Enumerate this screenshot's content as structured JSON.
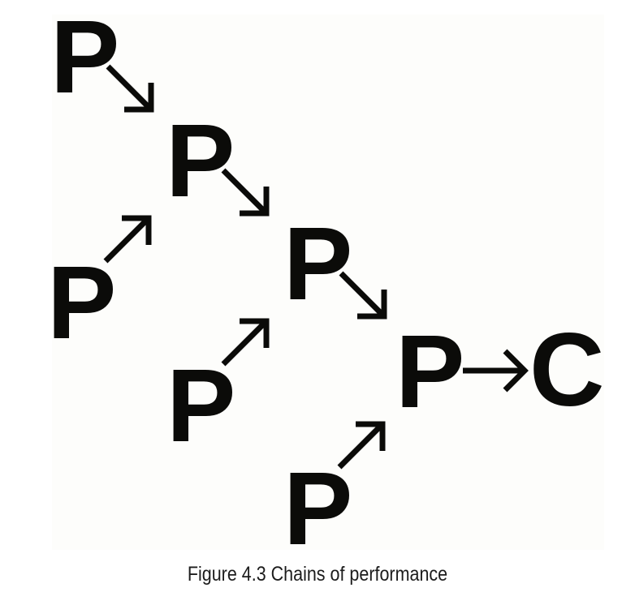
{
  "figure": {
    "caption": "Figure 4.3 Chains of performance",
    "nodes": [
      {
        "id": "p1",
        "label": "P"
      },
      {
        "id": "p2",
        "label": "P"
      },
      {
        "id": "p3",
        "label": "P"
      },
      {
        "id": "p4",
        "label": "P"
      },
      {
        "id": "p5",
        "label": "P"
      },
      {
        "id": "p6",
        "label": "P"
      },
      {
        "id": "p7",
        "label": "P"
      },
      {
        "id": "c",
        "label": "C"
      }
    ],
    "edges": [
      {
        "from": "p1",
        "to": "p2",
        "icon": "arrow-down-right-icon"
      },
      {
        "from": "p3",
        "to": "p2",
        "icon": "arrow-up-right-icon"
      },
      {
        "from": "p2",
        "to": "p4",
        "icon": "arrow-down-right-icon"
      },
      {
        "from": "p5",
        "to": "p4",
        "icon": "arrow-up-right-icon"
      },
      {
        "from": "p4",
        "to": "p6",
        "icon": "arrow-down-right-icon"
      },
      {
        "from": "p7",
        "to": "p6",
        "icon": "arrow-up-right-icon"
      },
      {
        "from": "p6",
        "to": "c",
        "icon": "arrow-right-icon"
      }
    ],
    "colors": {
      "ink": "#0b0b09",
      "panel": "#fdfdfb",
      "caption": "#1c1c1c"
    }
  }
}
